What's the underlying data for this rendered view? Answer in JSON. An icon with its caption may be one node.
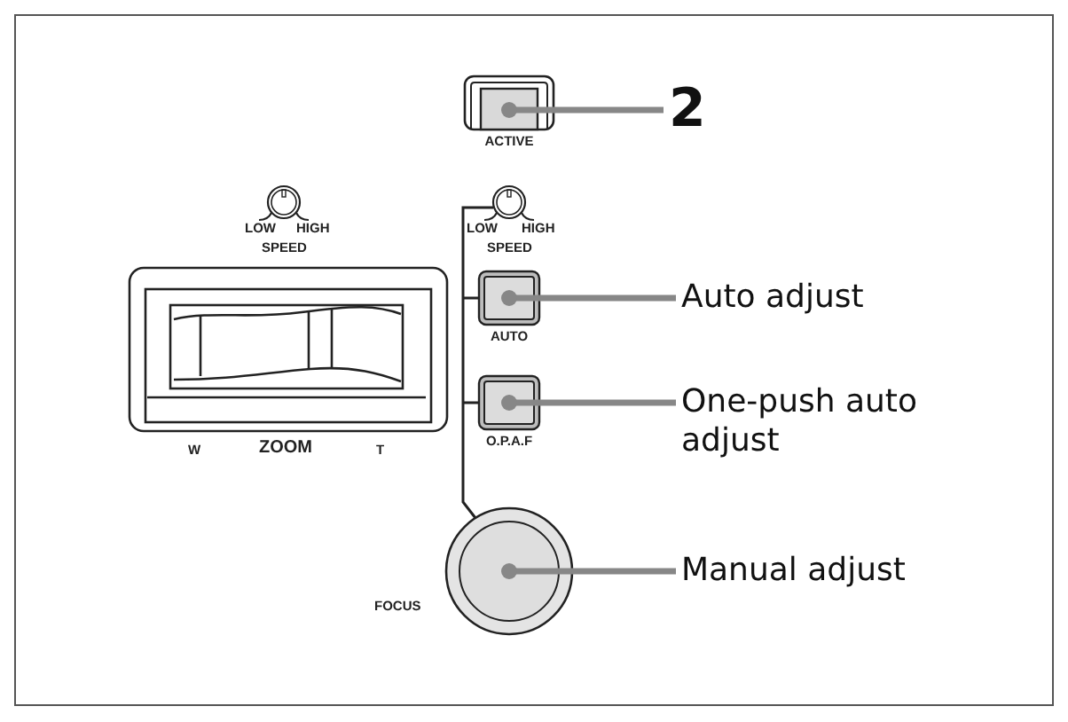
{
  "diagram": {
    "nodes": [
      {
        "text": [
          "2"
        ]
      },
      {
        "text": [
          "ACTIVE"
        ]
      },
      {
        "text": [
          "Auto adjust"
        ]
      },
      {
        "text": [
          "AUTO"
        ]
      },
      {
        "text": [
          "One-push auto adjust"
        ]
      },
      {
        "text": [
          "O.P.A.F"
        ]
      },
      {
        "text": [
          "Manual adjust"
        ]
      },
      {
        "text": [
          "FOCUS"
        ]
      }
    ],
    "edges": [
      {
        "from": 0,
        "to": 1,
        "arrow": "other"
      },
      {
        "from": 2,
        "to": 3,
        "arrow": "other"
      },
      {
        "from": 4,
        "to": 5,
        "arrow": "other"
      },
      {
        "from": 6,
        "to": 7,
        "arrow": "other"
      }
    ],
    "labels": [
      "LOW",
      "HIGH",
      "SPEED",
      "LOW",
      "HIGH",
      "SPEED",
      "W",
      "ZOOM",
      "T"
    ]
  }
}
